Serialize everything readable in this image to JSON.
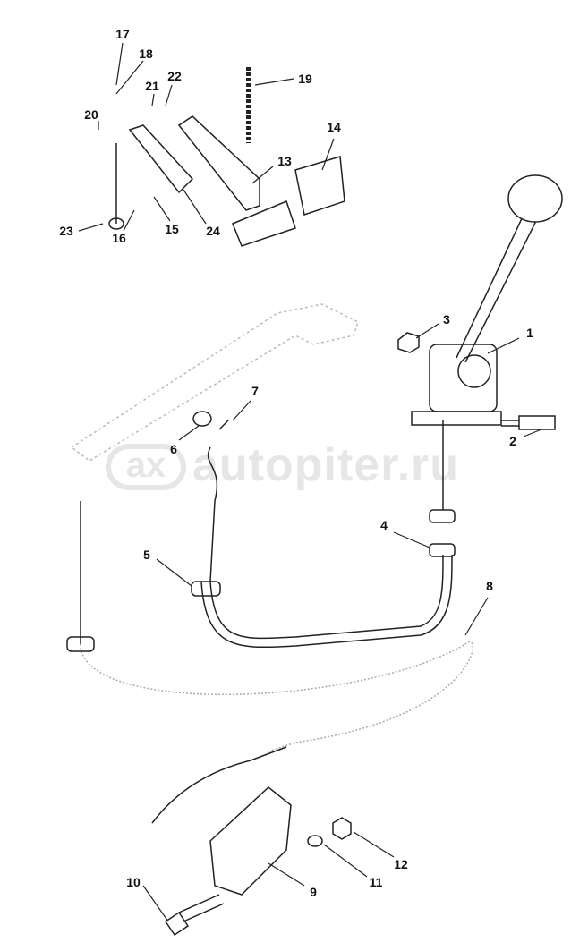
{
  "watermark": {
    "logo": "ax",
    "text": "autopiter.ru"
  },
  "callouts": [
    {
      "id": "17",
      "label": "17"
    },
    {
      "id": "18",
      "label": "18"
    },
    {
      "id": "19",
      "label": "19"
    },
    {
      "id": "21",
      "label": "21"
    },
    {
      "id": "22",
      "label": "22"
    },
    {
      "id": "20",
      "label": "20"
    },
    {
      "id": "14",
      "label": "14"
    },
    {
      "id": "13",
      "label": "13"
    },
    {
      "id": "23",
      "label": "23"
    },
    {
      "id": "16",
      "label": "16"
    },
    {
      "id": "15",
      "label": "15"
    },
    {
      "id": "24",
      "label": "24"
    },
    {
      "id": "3",
      "label": "3"
    },
    {
      "id": "1",
      "label": "1"
    },
    {
      "id": "7",
      "label": "7"
    },
    {
      "id": "6",
      "label": "6"
    },
    {
      "id": "2",
      "label": "2"
    },
    {
      "id": "4",
      "label": "4"
    },
    {
      "id": "5",
      "label": "5"
    },
    {
      "id": "8",
      "label": "8"
    },
    {
      "id": "12",
      "label": "12"
    },
    {
      "id": "11",
      "label": "11"
    },
    {
      "id": "10",
      "label": "10"
    },
    {
      "id": "9",
      "label": "9"
    }
  ]
}
